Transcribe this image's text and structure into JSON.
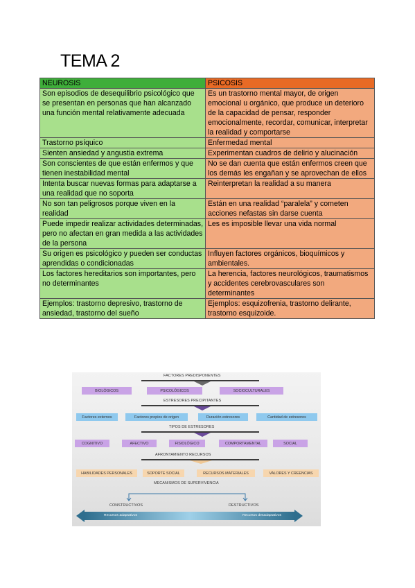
{
  "title": "TEMA 2",
  "table": {
    "headers": [
      "NEUROSIS",
      "PSICOSIS"
    ],
    "rows": [
      [
        "Son episodios de desequilibrio psicológico que se presentan en personas que han alcanzado una función mental relativamente adecuada",
        "Es un trastorno mental mayor, de origen emocional u orgánico, que produce un deterioro de la capacidad de pensar, responder emocionalmente, recordar, comunicar, interpretar la realidad y comportarse"
      ],
      [
        "Trastorno psíquico",
        "Enfermedad mental"
      ],
      [
        "Sienten ansiedad y angustia extrema",
        "Experimentan cuadros de delirio y alucinación"
      ],
      [
        "Son conscientes de que están enfermos y que tienen inestabilidad mental",
        "No se dan cuenta que están enfermos creen que los demás les engañan y se aprovechan de ellos"
      ],
      [
        "Intenta buscar nuevas formas para adaptarse a una realidad que no soporta",
        "Reinterpretan la realidad a su manera"
      ],
      [
        "No son tan peligrosos porque viven en la realidad",
        "Están en una realidad “paralela” y cometen acciones nefastas sin darse cuenta"
      ],
      [
        "Puede impedir realizar actividades determinadas, pero no afectan en gran medida a las actividades de la persona",
        "Les es imposible llevar una vida normal"
      ],
      [
        "Su origen es psicológico y pueden ser conductas aprendidas o condicionadas",
        "Influyen factores orgánicos, bioquímicos y ambientales."
      ],
      [
        "Los factores hereditarios son importantes, pero no determinantes",
        "La herencia, factores neurológicos, traumatismos y accidentes cerebrovasculares son determinantes"
      ],
      [
        "Ejemplos: trastorno depresivo, trastorno de ansiedad, trastorno del sueño",
        "Ejemplos: esquizofrenia, trastorno delirante, trastorno esquizoide."
      ]
    ]
  },
  "diagram": {
    "factores_title": "FACTORES PREDISPONENTES",
    "factores": [
      "BIOLÓGICOS",
      "PSICOLÓGICOS",
      "SOCIOCULTURALES"
    ],
    "estresores_title": "ESTRESORES PRECIPITANTES",
    "estresores": [
      "Factores externos",
      "Factores propios de origen",
      "Duración estresores",
      "Cantidad de estresores"
    ],
    "tipos_title": "TIPOS DE ESTRESORES",
    "tipos": [
      "COGNITIVO",
      "AFECTIVO",
      "FISIOLÓGICO",
      "COMPORTAMENTAL",
      "SOCIAL"
    ],
    "afrontamiento_title": "AFRONTAMIENTO RECURSOS",
    "recursos": [
      "HABILIDADES PERSONALES",
      "SOPORTE SOCIAL",
      "RECURSOS MATERIALES",
      "VALORES Y CREENCIAS"
    ],
    "mecanismos_title": "MECANISMOS DE SUPERVIVENCIA",
    "constructivos": "CONSTRUCTIVOS",
    "destructivos": "DESTRUCTIVOS",
    "adaptativos": "Recursos adaptativos",
    "desadaptativos": "Recursos desadaptativos",
    "colors": {
      "purple": "#c9a3e6",
      "blue": "#8fc9ee",
      "peach": "#f7d6ae"
    }
  }
}
